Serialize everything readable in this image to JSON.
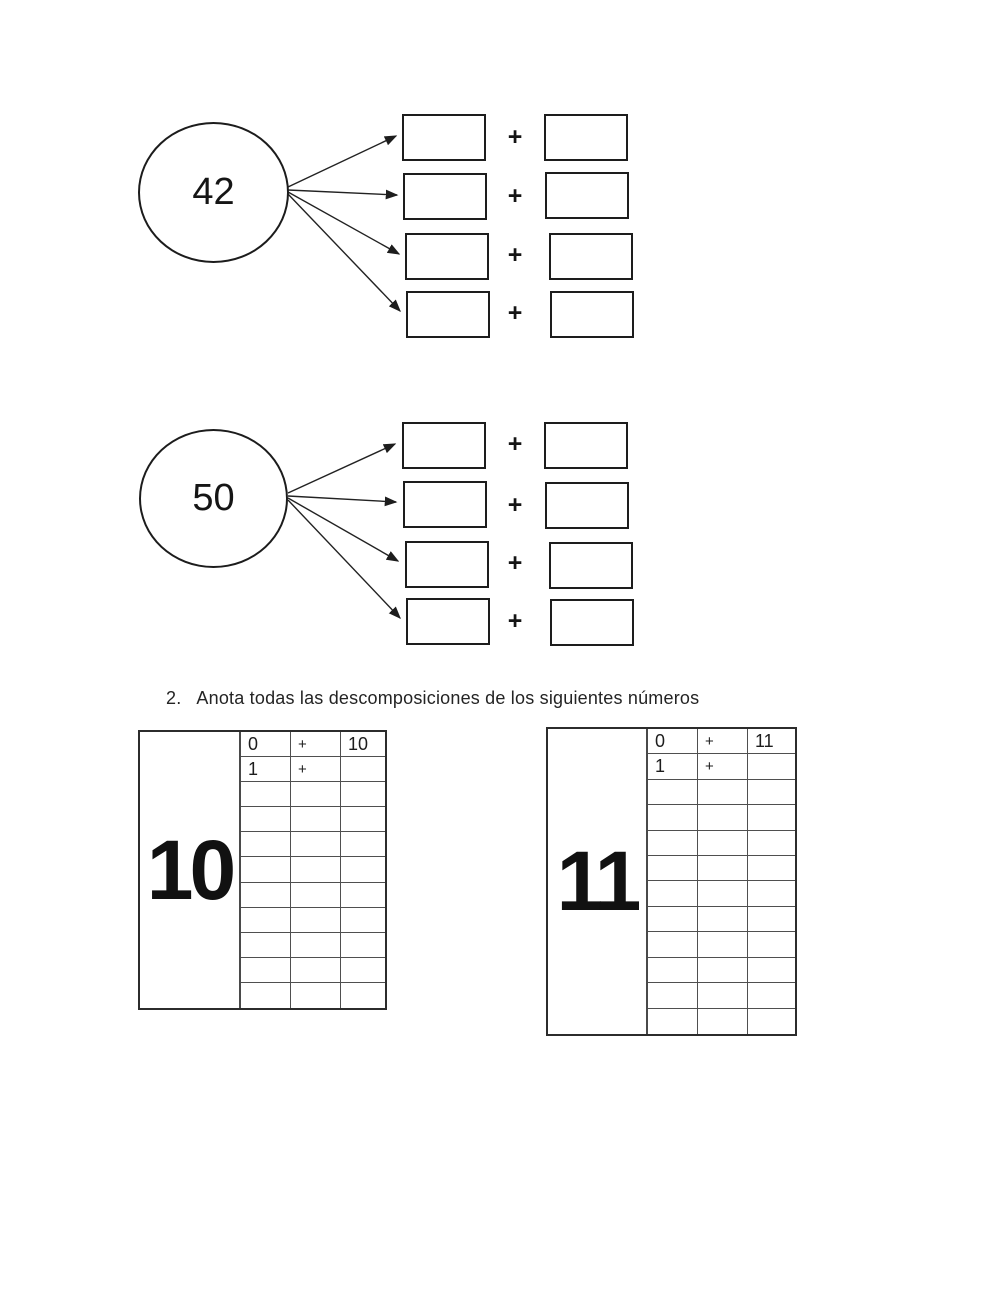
{
  "instruction": {
    "item_number": "2.",
    "text": "Anota todas las descomposiciones de los siguientes números"
  },
  "diagrams": [
    {
      "number": "42",
      "rows": [
        {
          "op": "+"
        },
        {
          "op": "+"
        },
        {
          "op": "+"
        },
        {
          "op": "+"
        }
      ]
    },
    {
      "number": "50",
      "rows": [
        {
          "op": "+"
        },
        {
          "op": "+"
        },
        {
          "op": "+"
        },
        {
          "op": "+"
        }
      ]
    }
  ],
  "tables": [
    {
      "big_number": "10",
      "rows": [
        [
          "0",
          "+",
          "10"
        ],
        [
          "1",
          "+",
          ""
        ],
        [
          "",
          "",
          ""
        ],
        [
          "",
          "",
          ""
        ],
        [
          "",
          "",
          ""
        ],
        [
          "",
          "",
          ""
        ],
        [
          "",
          "",
          ""
        ],
        [
          "",
          "",
          ""
        ],
        [
          "",
          "",
          ""
        ],
        [
          "",
          "",
          ""
        ],
        [
          "",
          "",
          ""
        ]
      ]
    },
    {
      "big_number": "11",
      "rows": [
        [
          "0",
          "+",
          "11"
        ],
        [
          "1",
          "+",
          ""
        ],
        [
          "",
          "",
          ""
        ],
        [
          "",
          "",
          ""
        ],
        [
          "",
          "",
          ""
        ],
        [
          "",
          "",
          ""
        ],
        [
          "",
          "",
          ""
        ],
        [
          "",
          "",
          ""
        ],
        [
          "",
          "",
          ""
        ],
        [
          "",
          "",
          ""
        ],
        [
          "",
          "",
          ""
        ],
        [
          "",
          "",
          ""
        ]
      ]
    }
  ],
  "colors": {
    "ink": "#1d1d1d",
    "grid_line": "#4f4f4f",
    "background": "#ffffff"
  }
}
